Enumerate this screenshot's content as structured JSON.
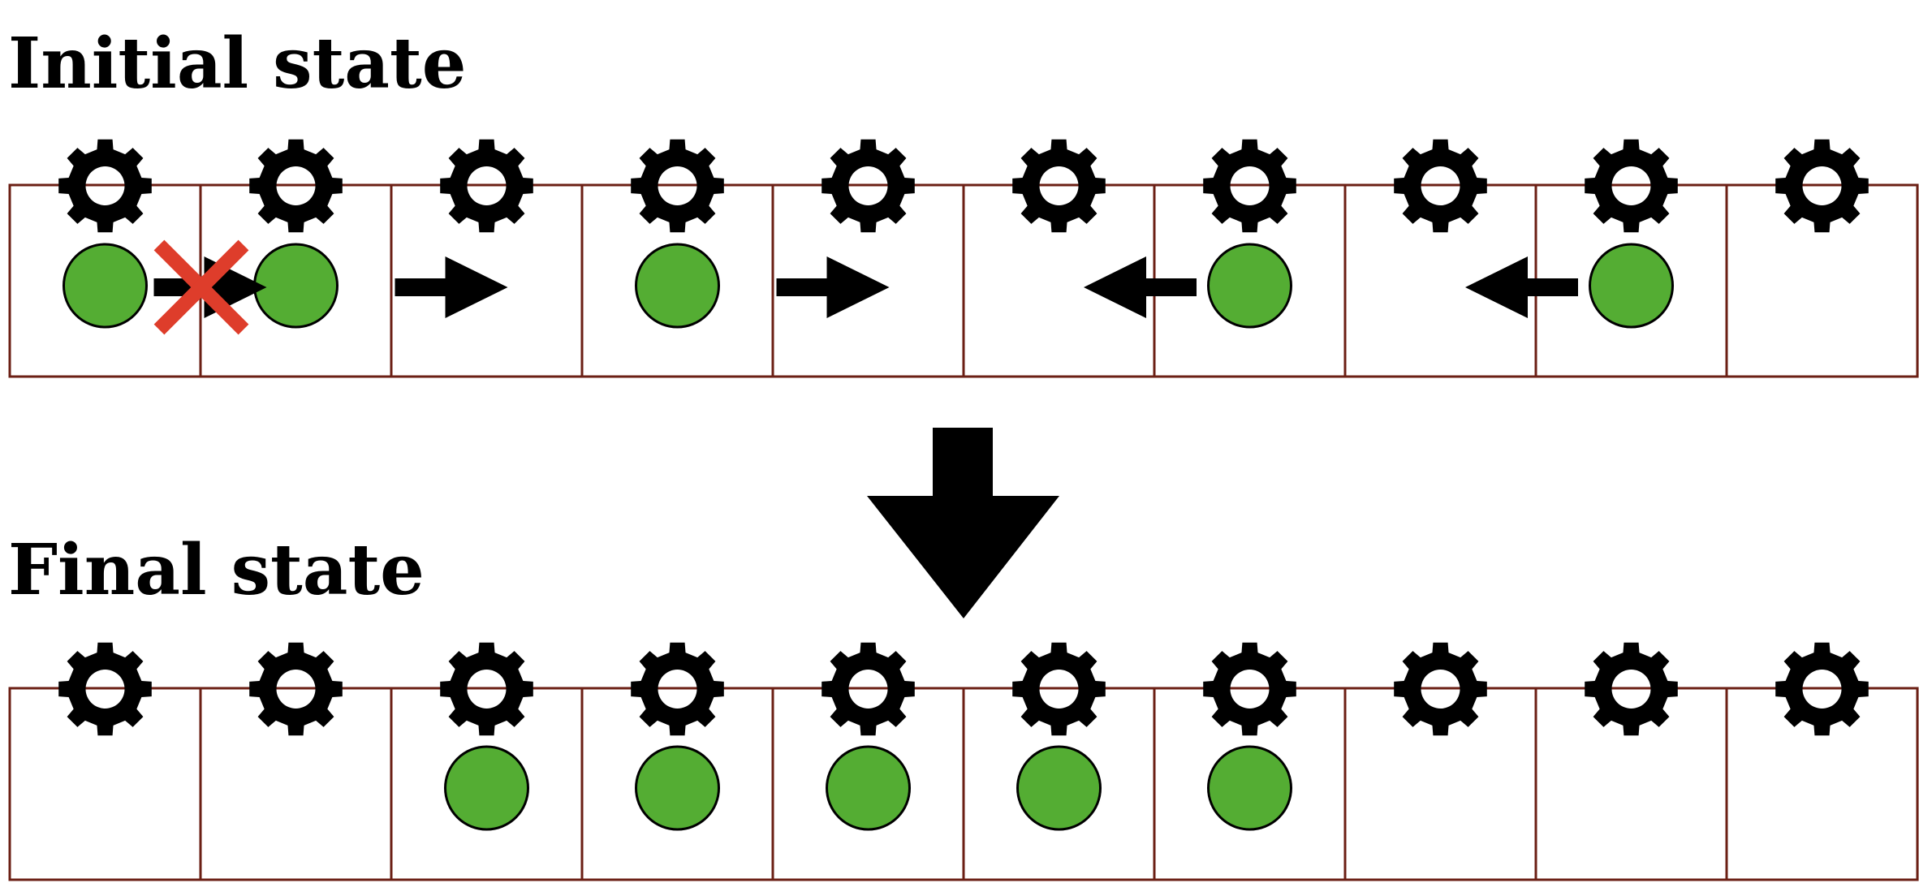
{
  "initial_state": {
    "title": "Initial state",
    "cells": [
      {
        "particle": true,
        "arrow": "right",
        "blocked": true
      },
      {
        "particle": true,
        "arrow": "none",
        "blocked": false
      },
      {
        "particle": false,
        "arrow": "right",
        "blocked": false
      },
      {
        "particle": true,
        "arrow": "none",
        "blocked": false
      },
      {
        "particle": false,
        "arrow": "right",
        "blocked": false
      },
      {
        "particle": false,
        "arrow": "left",
        "blocked": false
      },
      {
        "particle": true,
        "arrow": "none",
        "blocked": false
      },
      {
        "particle": false,
        "arrow": "left",
        "blocked": false
      },
      {
        "particle": true,
        "arrow": "none",
        "blocked": false
      },
      {
        "particle": false,
        "arrow": "none",
        "blocked": false
      }
    ]
  },
  "transition": {
    "icon": "down-arrow-icon"
  },
  "final_state": {
    "title": "Final state",
    "cells": [
      {
        "particle": false
      },
      {
        "particle": false
      },
      {
        "particle": true
      },
      {
        "particle": true
      },
      {
        "particle": true
      },
      {
        "particle": true
      },
      {
        "particle": true
      },
      {
        "particle": false
      },
      {
        "particle": false
      },
      {
        "particle": false
      }
    ]
  },
  "colors": {
    "cell_border": "#6b1f14",
    "particle_fill": "#54ad33",
    "particle_stroke": "#000000",
    "gear": "#000000",
    "arrow": "#000000",
    "blocked_cross": "#de3d2b"
  },
  "icons": {
    "site": "gear-icon",
    "particle": "particle-circle-icon",
    "move_right": "arrow-right-icon",
    "move_left": "arrow-left-icon",
    "blocked": "cross-icon"
  }
}
